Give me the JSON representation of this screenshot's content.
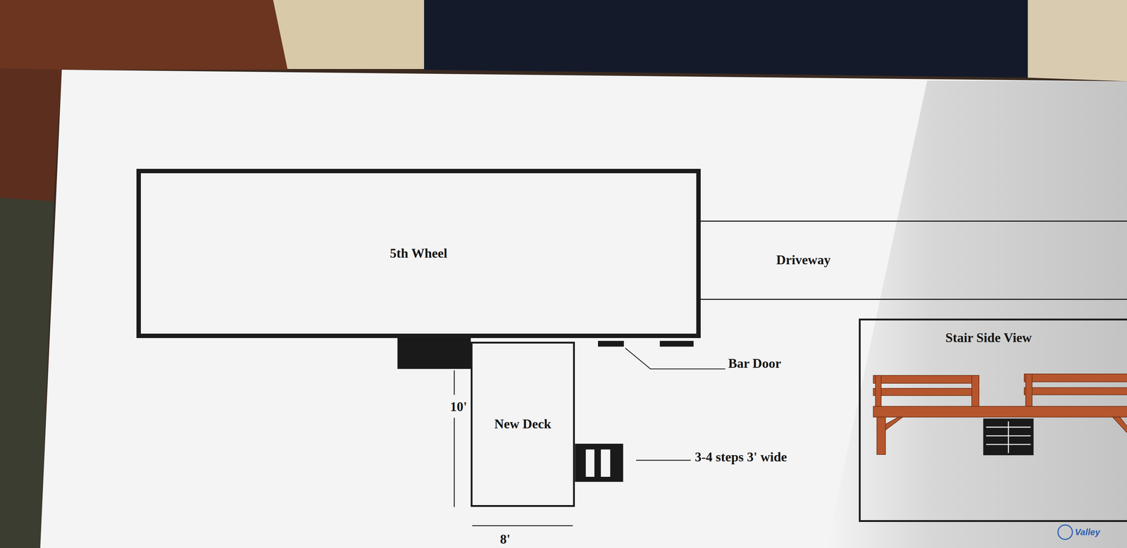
{
  "diagram": {
    "nodes": [
      {
        "text": [
          "5th Wheel"
        ]
      },
      {
        "text": [
          "Driveway"
        ]
      },
      {
        "text": [
          "New Deck"
        ]
      },
      {
        "text": [
          "Stair Side View"
        ]
      }
    ],
    "labels": [
      "Bar Door",
      "3-4 steps 3' wide",
      "10'",
      "8'",
      "Valley"
    ]
  }
}
